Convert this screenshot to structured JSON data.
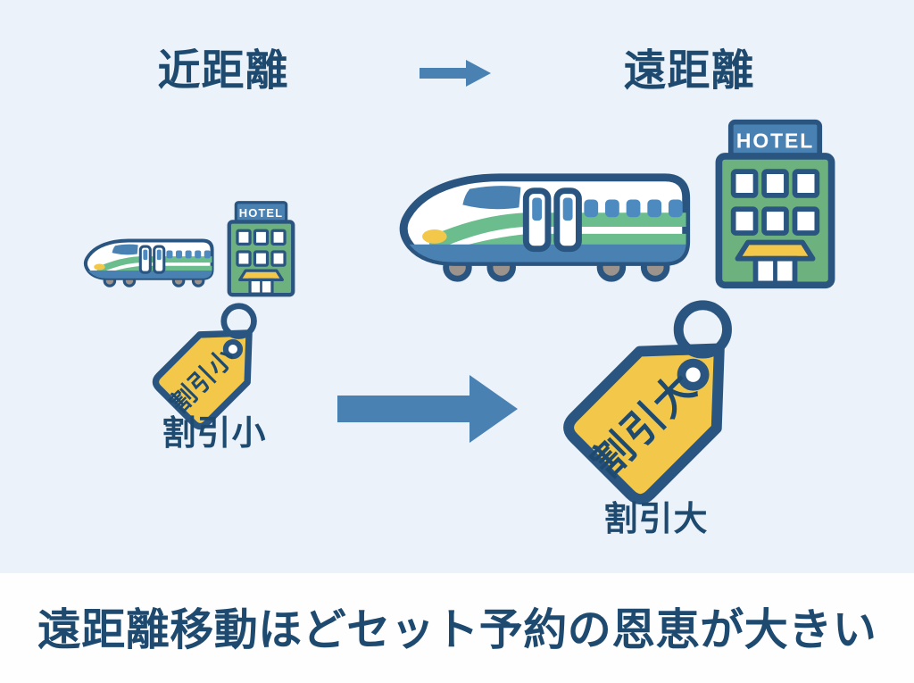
{
  "colors": {
    "bg": "#ebf2f9",
    "band": "#fefefe",
    "navy": "#1f4a70",
    "outline": "#2a5580",
    "blue": "#4a81b3",
    "winblue": "#4d8ac0",
    "green": "#6cbd8e",
    "hotelgreen": "#6cb17e",
    "yellow": "#f3c84a",
    "wheel": "#9c948c"
  },
  "top_row": {
    "left_label": "近距離",
    "right_label": "遠距離"
  },
  "scene": {
    "hotel_sign_label": "HOTEL",
    "small_tag_text": "割引小",
    "small_tag_caption": "割引小",
    "large_tag_text": "割引大",
    "large_tag_caption": "割引大"
  },
  "footer": {
    "headline": "遠距離移動ほどセット予約の恩恵が大きい"
  }
}
